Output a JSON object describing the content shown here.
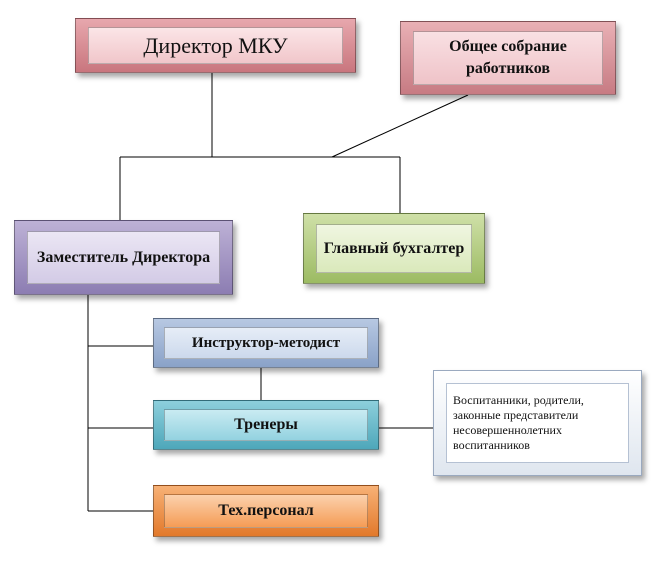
{
  "nodes": {
    "director": "Директор МКУ",
    "general_meeting": "Общее собрание работников",
    "deputy_director": "Заместитель Директора",
    "chief_accountant": "Главный бухгалтер",
    "instructor_methodist": "Инструктор-методист",
    "coaches": "Тренеры",
    "tech_staff": "Тех.персонал",
    "pupils_parents": "Воспитанники, родители, законные представители несовершеннолетних воспитанников"
  }
}
